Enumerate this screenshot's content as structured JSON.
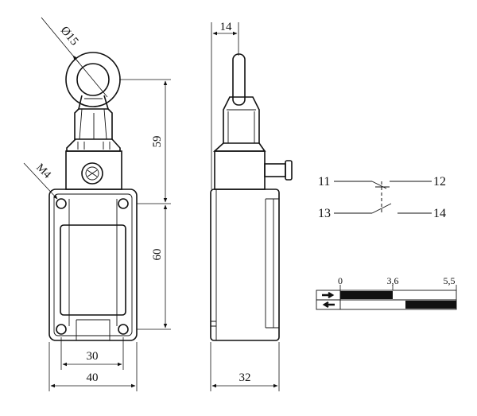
{
  "dimensions": {
    "roller_diameter": "Ø15",
    "height_actuator": "59",
    "height_body": "60",
    "hole_spacing": "30",
    "body_width": "40",
    "body_depth": "32",
    "actuator_offset": "14",
    "thread": "M4"
  },
  "contacts": {
    "nc_left": "11",
    "nc_right": "12",
    "no_left": "13",
    "no_right": "14"
  },
  "travel_diagram": {
    "tick_start": "0",
    "tick_mid": "3,6",
    "tick_end": "5,5"
  },
  "colors": {
    "ink": "#111111",
    "background": "#ffffff"
  }
}
